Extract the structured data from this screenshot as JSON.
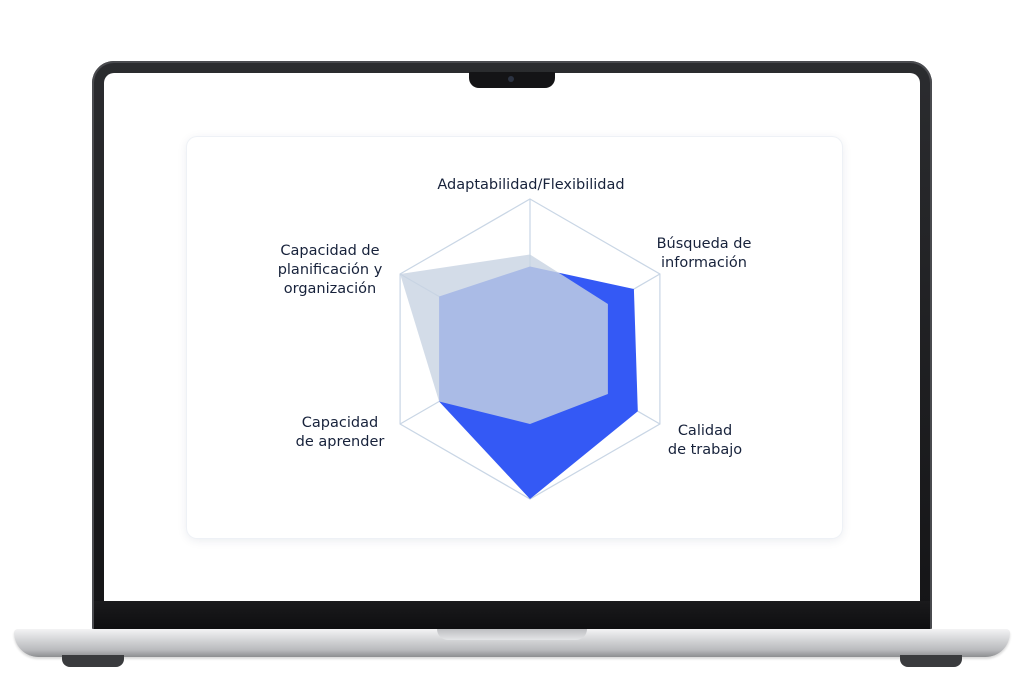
{
  "chart_data": {
    "type": "radar",
    "axes": [
      "Adaptabilidad/Flexibilidad",
      "Búsqueda de información",
      "Calidad de trabajo",
      "Capacidad de aprender",
      "Capacidad de planificación y organización"
    ],
    "axis_label_lines": [
      [
        "Adaptabilidad/Flexibilidad"
      ],
      [
        "Búsqueda de",
        "información"
      ],
      [
        "Calidad",
        "de trabajo"
      ],
      [
        "Capacidad",
        "de aprender"
      ],
      [
        "Capacidad de",
        "planificación y",
        "organización"
      ]
    ],
    "series": [
      {
        "values": [
          0.55,
          0.8,
          0.83,
          1.0,
          0.7,
          0.7
        ],
        "color": "#3459f5"
      },
      {
        "values": [
          0.63,
          0.6,
          0.6,
          0.5,
          0.7,
          1.0
        ],
        "color": "#c8d3e2"
      }
    ],
    "rlim": [
      0,
      1
    ],
    "rings": 2,
    "grid_color": "#c9d6e5"
  }
}
